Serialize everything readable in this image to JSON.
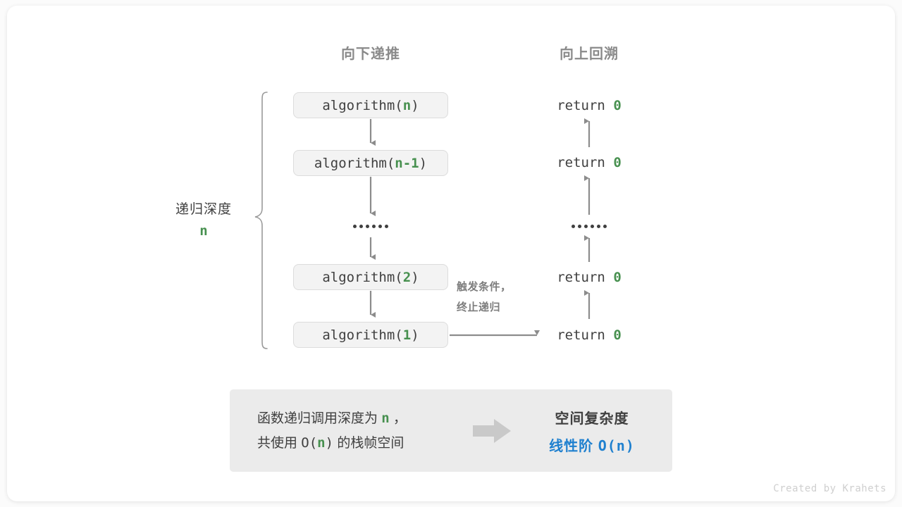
{
  "headers": {
    "down": "向下递推",
    "up": "向上回溯"
  },
  "depth_brace": {
    "label": "递归深度",
    "value": "n"
  },
  "call_stack": [
    {
      "fn": "algorithm(",
      "arg": "n",
      "close": ")"
    },
    {
      "fn": "algorithm(",
      "arg": "n-1",
      "close": ")"
    },
    {
      "ellipsis": "••••••"
    },
    {
      "fn": "algorithm(",
      "arg": "2",
      "close": ")"
    },
    {
      "fn": "algorithm(",
      "arg": "1",
      "close": ")"
    }
  ],
  "returns": [
    {
      "text": "return ",
      "value": "0"
    },
    {
      "text": "return ",
      "value": "0"
    },
    {
      "ellipsis": "••••••"
    },
    {
      "text": "return ",
      "value": "0"
    },
    {
      "text": "return ",
      "value": "0"
    }
  ],
  "trigger_note": {
    "line1": "触发条件，",
    "line2": "终止递归"
  },
  "summary": {
    "left_line1_a": "函数递归调用深度为 ",
    "left_line1_n": "n",
    "left_line1_b": " ，",
    "left_line2_a": "共使用 ",
    "left_line2_O": "O(",
    "left_line2_n": "n",
    "left_line2_close": ")",
    "left_line2_b": " 的栈帧空间",
    "arrow_icon": "right-arrow-icon",
    "title": "空间复杂度",
    "value_label": "线性阶 ",
    "value_notation": "O(n)"
  },
  "credit": "Created by Krahets",
  "colors": {
    "green": "#47904f",
    "blue": "#1f80cf",
    "text": "#3f3f3f",
    "muted": "#8a8a8a",
    "box_fill": "#f3f3f3",
    "box_border": "#dcdcdc",
    "panel_fill": "#ebebeb",
    "connector": "#8c8c8c"
  }
}
